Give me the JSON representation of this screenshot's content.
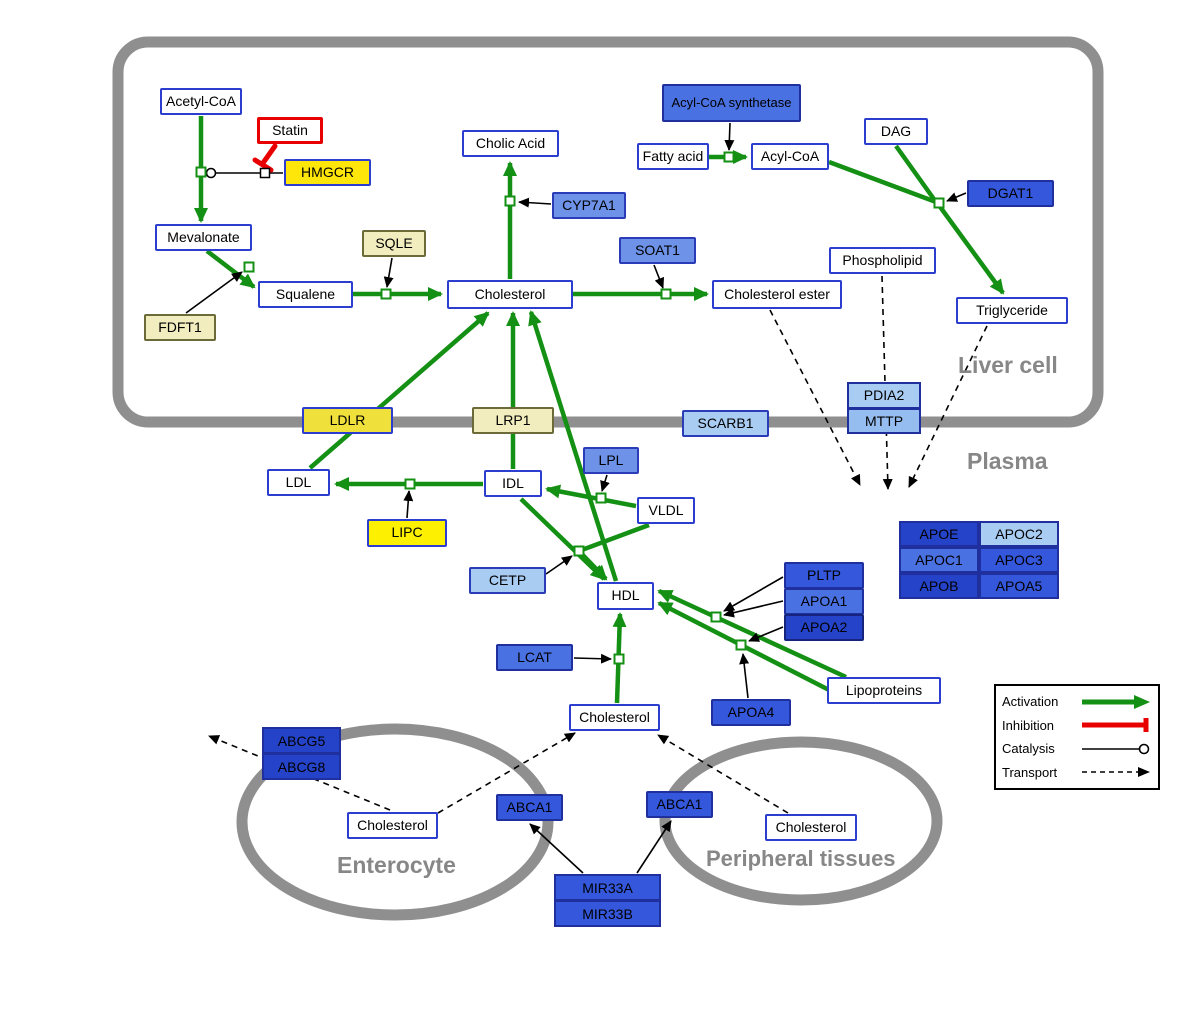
{
  "regions": {
    "liver_cell": "Liver cell",
    "plasma": "Plasma",
    "enterocyte": "Enterocyte",
    "peripheral_tissues": "Peripheral tissues"
  },
  "nodes": {
    "acetyl_coa": "Acetyl-CoA",
    "statin": "Statin",
    "hmgcr": "HMGCR",
    "mevalonate": "Mevalonate",
    "fdft1": "FDFT1",
    "squalene": "Squalene",
    "sqle": "SQLE",
    "cholesterol_liver": "Cholesterol",
    "cholic_acid": "Cholic Acid",
    "cyp7a1": "CYP7A1",
    "soat1": "SOAT1",
    "cholesterol_ester": "Cholesterol ester",
    "acyl_coa_synthetase": "Acyl-CoA synthetase",
    "fatty_acid": "Fatty acid",
    "acyl_coa": "Acyl-CoA",
    "dag": "DAG",
    "dgat1": "DGAT1",
    "phospholipid": "Phospholipid",
    "triglyceride": "Triglyceride",
    "pdia2": "PDIA2",
    "mttp": "MTTP",
    "ldlr": "LDLR",
    "lrp1": "LRP1",
    "scarb1": "SCARB1",
    "ldl": "LDL",
    "idl": "IDL",
    "lpl": "LPL",
    "vldl": "VLDL",
    "lipc": "LIPC",
    "cetp": "CETP",
    "hdl": "HDL",
    "pltp": "PLTP",
    "apoa1": "APOA1",
    "apoa2": "APOA2",
    "lcat": "LCAT",
    "apoa4": "APOA4",
    "lipoproteins": "Lipoproteins",
    "apoe": "APOE",
    "apoc2": "APOC2",
    "apoc1": "APOC1",
    "apoc3": "APOC3",
    "apob": "APOB",
    "apoa5": "APOA5",
    "cholesterol_plasma": "Cholesterol",
    "abcg5": "ABCG5",
    "abcg8": "ABCG8",
    "cholesterol_enterocyte": "Cholesterol",
    "abca1_left": "ABCA1",
    "abca1_right": "ABCA1",
    "cholesterol_peripheral": "Cholesterol",
    "mir33a": "MIR33A",
    "mir33b": "MIR33B"
  },
  "legend": {
    "activation": "Activation",
    "inhibition": "Inhibition",
    "catalysis": "Catalysis",
    "transport": "Transport"
  },
  "colors": {
    "activation_green": "#149014",
    "inhibition_red": "#e80000",
    "membrane_gray": "#8f8f8f",
    "metabolite_border_blue": "#2c3ecf",
    "gene_yellow": "#ffe60a",
    "gene_blue_dark": "#2443c8",
    "gene_blue_light": "#a9ccf3"
  }
}
